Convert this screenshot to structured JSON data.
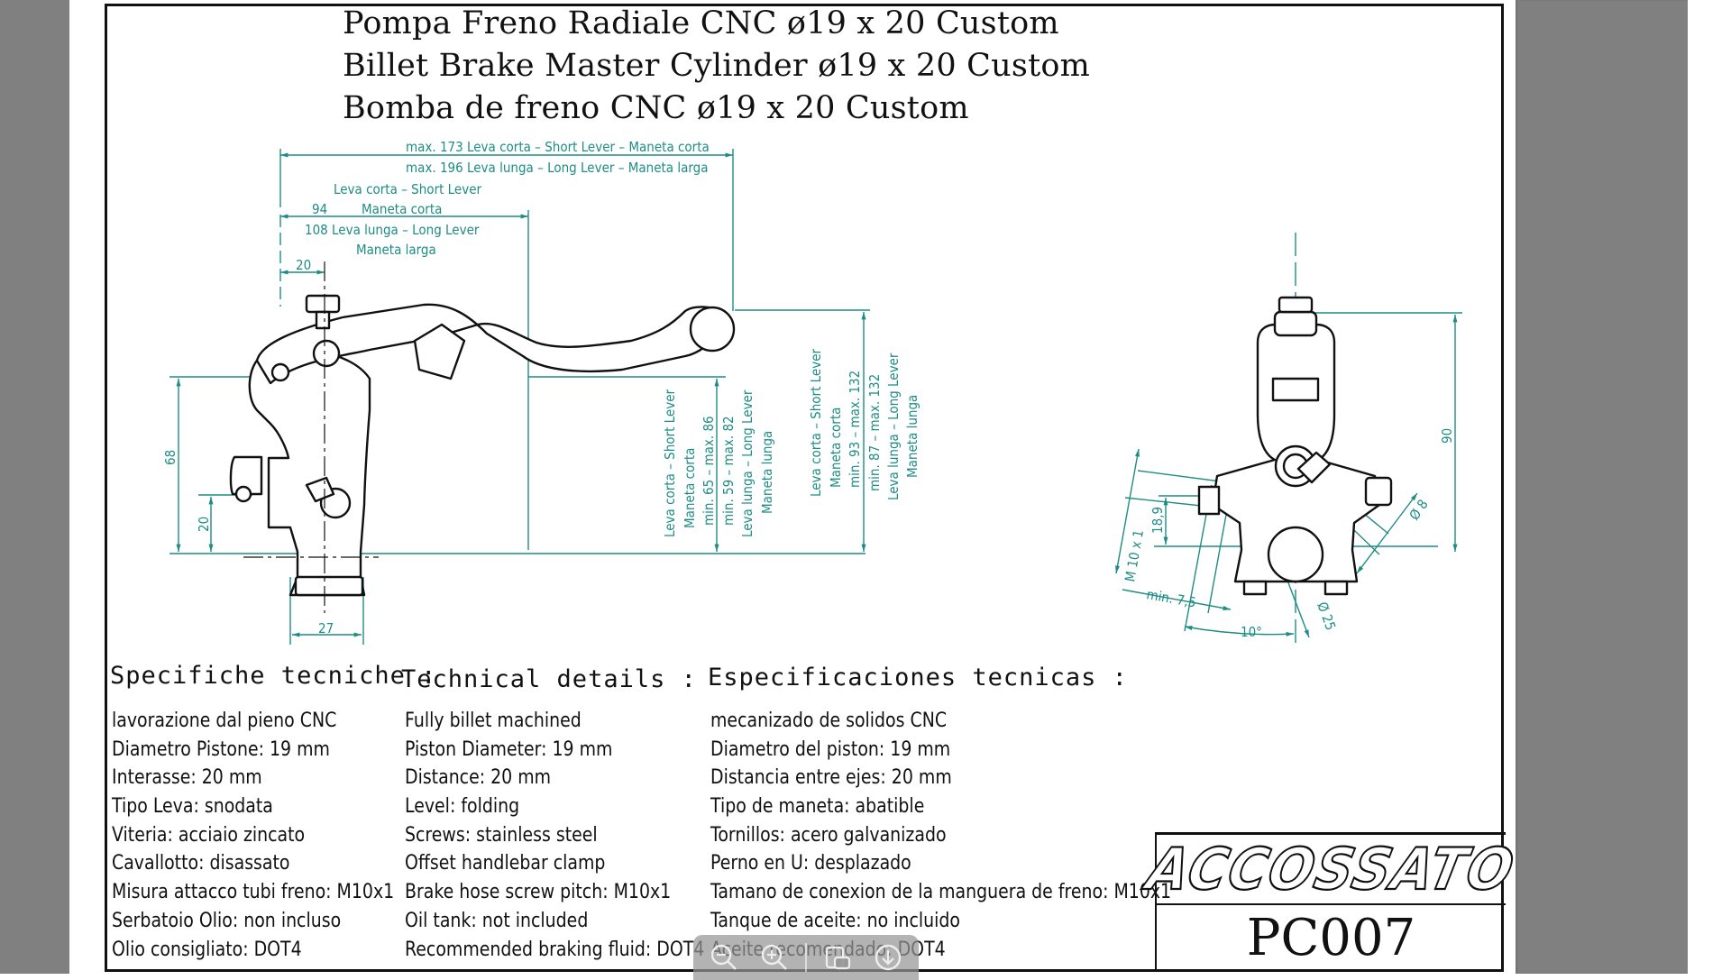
{
  "viewer": {
    "toolbar": {
      "zoom_out": "zoom-out-icon",
      "zoom_in": "zoom-in-icon",
      "rotate": "rotate-icon",
      "download": "download-icon"
    }
  },
  "document": {
    "titles": [
      "Pompa Freno Radiale CNC  ø19 x 20 Custom",
      "Billet Brake Master Cylinder ø19 x 20 Custom",
      "Bomba de freno CNC ø19 x 20 Custom"
    ],
    "dimensions": {
      "top_overall_1": "max. 173 Leva corta – Short Lever – Maneta corta",
      "top_overall_2": "max. 196  Leva lunga – Long Lever – Maneta larga",
      "short_lever_label": "Leva corta – Short Lever",
      "short_value": "94",
      "maneta_corta": "Maneta corta",
      "long_value_line": "108  Leva lunga – Long Lever",
      "maneta_larga": "Maneta larga",
      "offset_20": "20",
      "height_68": "68",
      "height_20": "20",
      "width_27": "27",
      "reach1": [
        "Leva corta – Short Lever",
        "Maneta corta",
        "min. 65 – max. 86",
        "min. 59 – max. 82",
        "Leva lunga – Long Lever",
        "Maneta lunga"
      ],
      "reach2": [
        "Leva corta – Short Lever",
        "Maneta corta",
        "min. 93 – max. 132",
        "min. 87 – max. 132",
        "Leva lunga – Long Lever",
        "Maneta lunga"
      ],
      "front_height": "90",
      "front_diameter": "Ø 8",
      "thread": "M 10 x 1",
      "offset_18_9": "18,9",
      "min_7_5": "min. 7,5",
      "angle": "10°",
      "clamp_diameter": "Ø 25"
    },
    "specs": {
      "italian": {
        "heading": "Specifiche tecniche :",
        "rows": [
          "lavorazione dal pieno CNC",
          "Diametro Pistone: 19 mm",
          "Interasse: 20 mm",
          "Tipo Leva: snodata",
          "Viteria: acciaio zincato",
          "Cavallotto: disassato",
          "Misura attacco tubi freno: M10x1",
          "Serbatoio Olio: non incluso",
          "Olio consigliato: DOT4"
        ]
      },
      "english": {
        "heading": "Technical details :",
        "rows": [
          "Fully billet machined",
          "Piston Diameter: 19 mm",
          "Distance: 20 mm",
          "Level: folding",
          "Screws: stainless steel",
          "Offset handlebar clamp",
          "Brake hose screw pitch: M10x1",
          "Oil tank: not included",
          "Recommended braking fluid: DOT4"
        ]
      },
      "spanish": {
        "heading": "Especificaciones tecnicas :",
        "rows": [
          "mecanizado de solidos CNC",
          "Diametro del piston: 19 mm",
          "Distancia entre ejes: 20 mm",
          "Tipo de maneta: abatible",
          "Tornillos: acero galvanizado",
          "Perno en U: desplazado",
          "Tamano de conexion de la manguera de freno: M10x1",
          "Tanque de aceite: no incluido",
          "Aceite recomendado: DOT4"
        ]
      }
    },
    "brand": "ACCOSSATO",
    "part_code": "PC007"
  },
  "colors": {
    "dimension": "#1e8c86",
    "gutter": "#808080",
    "ink": "#111111"
  }
}
